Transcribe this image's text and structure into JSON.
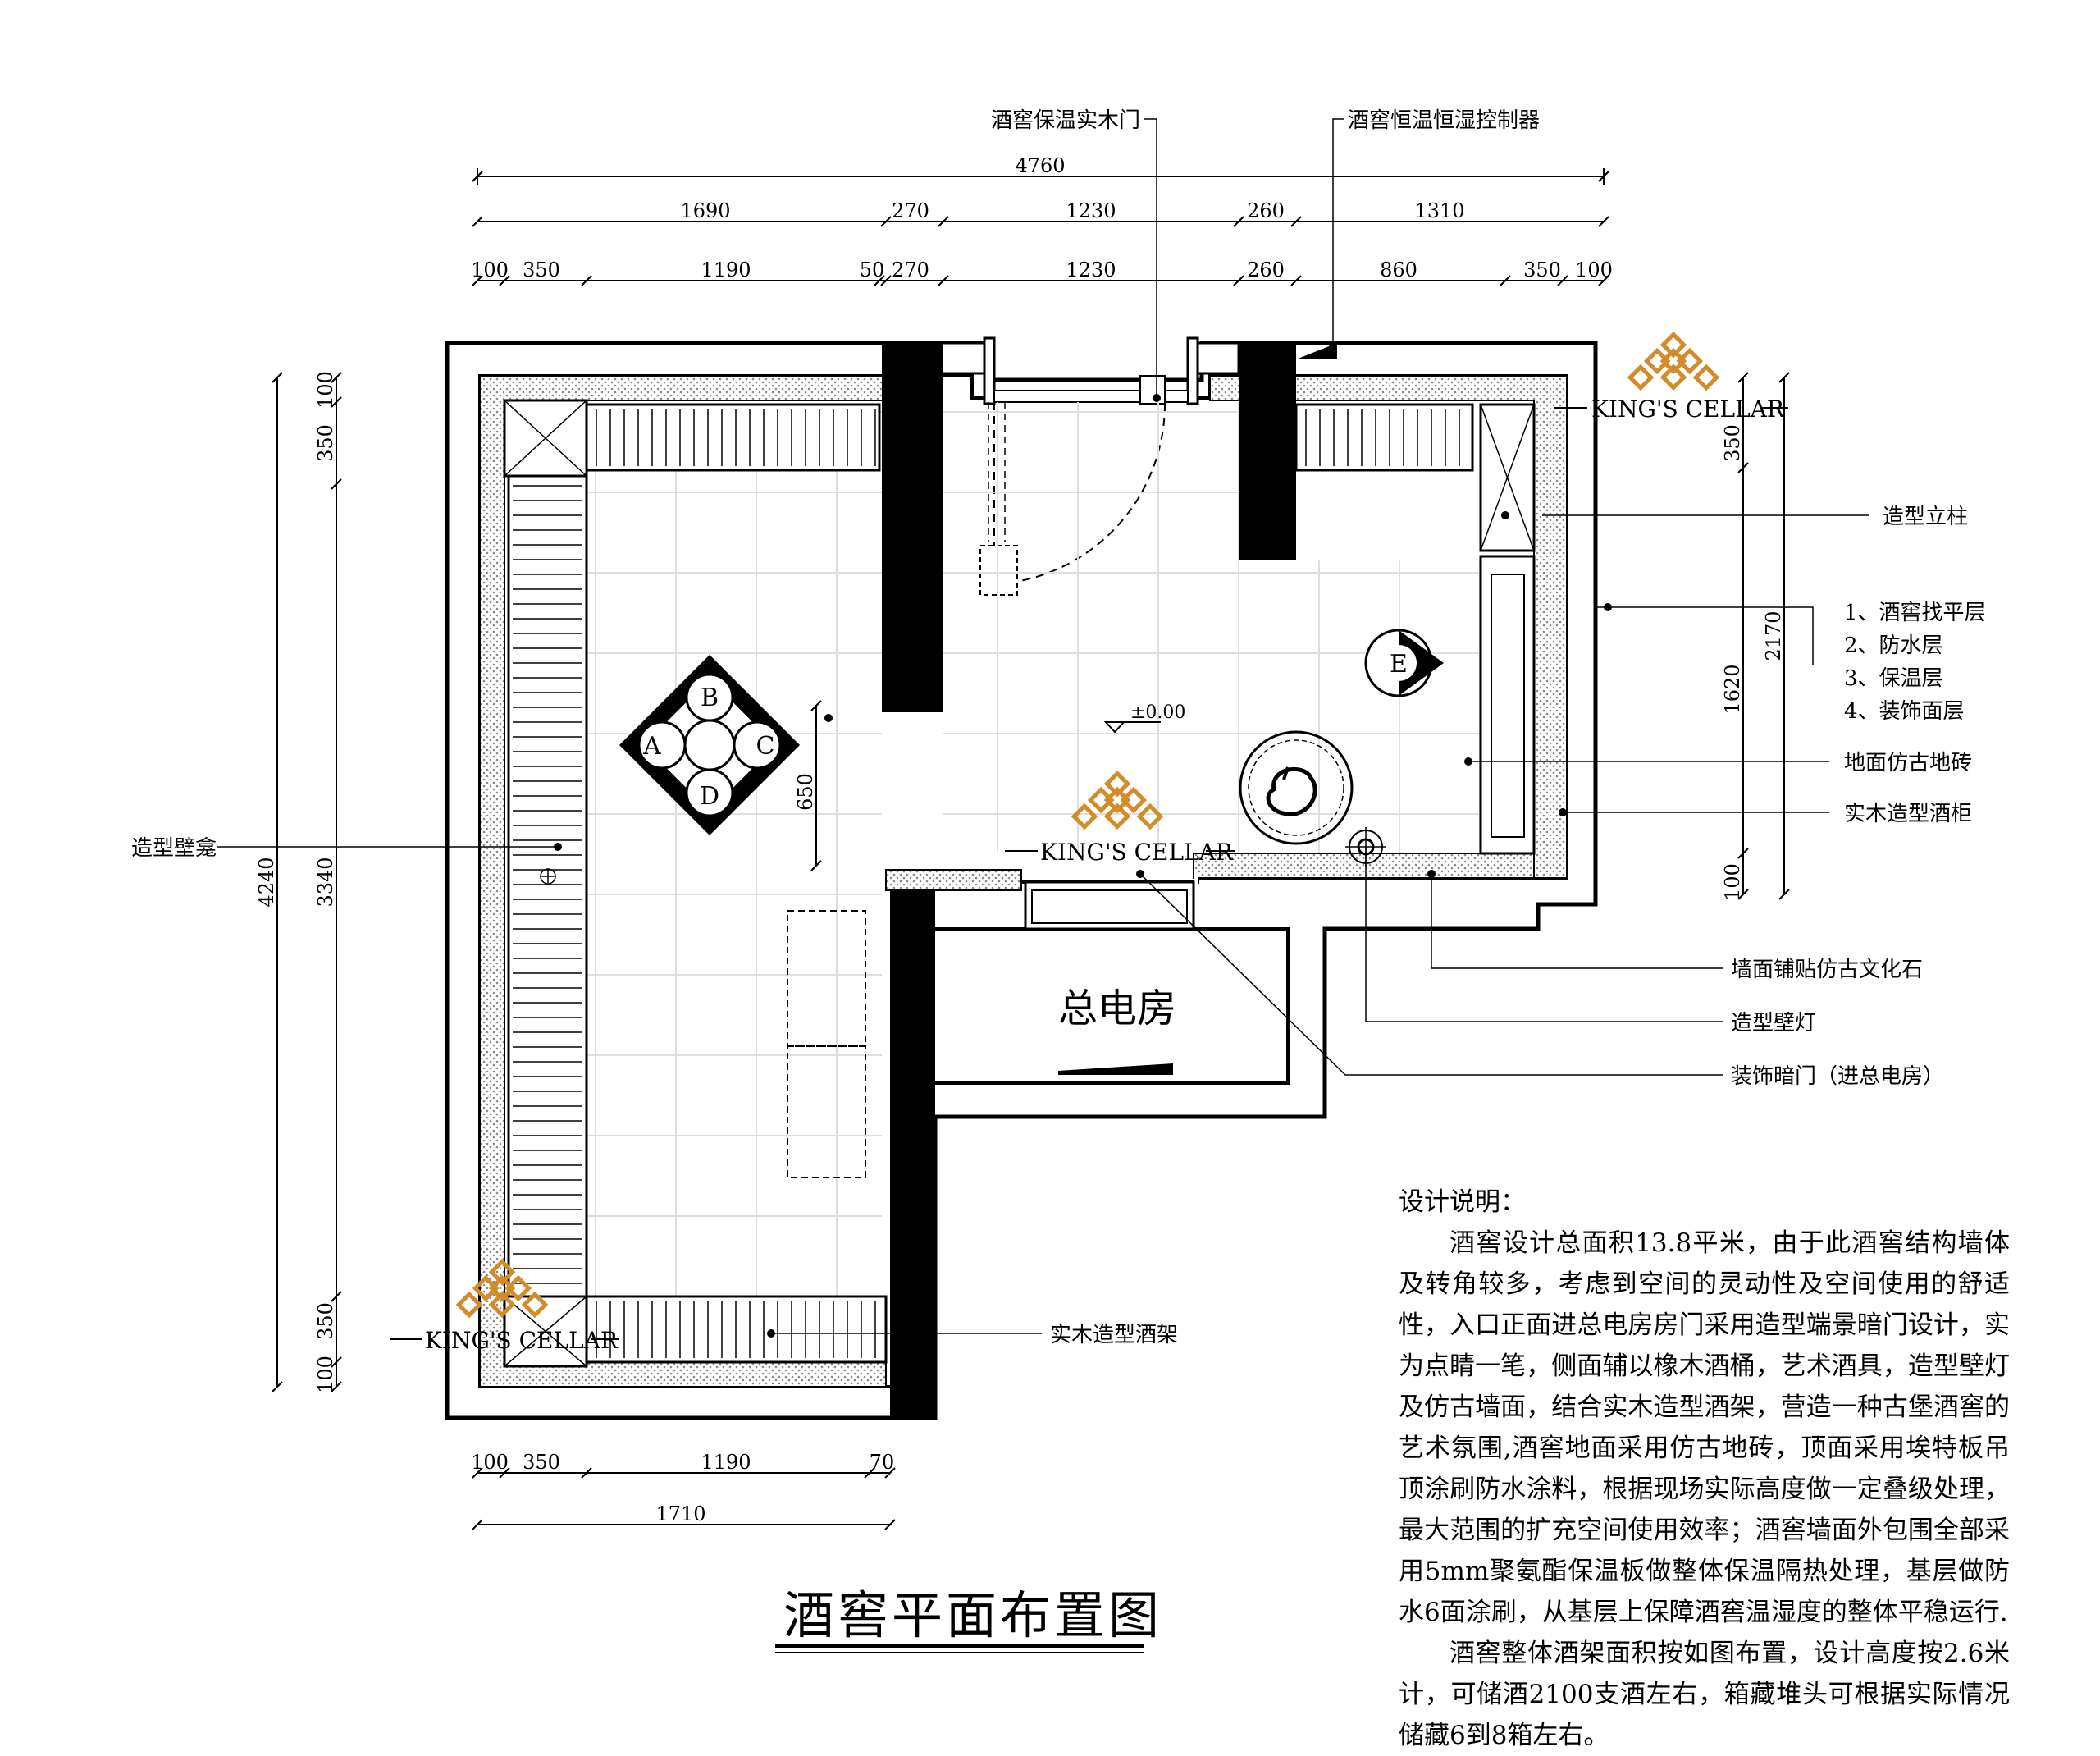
{
  "drawing": {
    "title": "酒窖平面布置图",
    "room_label": "总电房",
    "floor_level": "±0.00",
    "brand": "KING'S CELLAR"
  },
  "dimensions": {
    "top_total": "4760",
    "top_row1": [
      "1690",
      "270",
      "1230",
      "260",
      "1310"
    ],
    "top_row2": [
      "100",
      "350",
      "1190",
      "50",
      "270",
      "1230",
      "260",
      "860",
      "350",
      "100"
    ],
    "left_outer": "4240",
    "left_inner": [
      "100",
      "350",
      "3340",
      "350",
      "100"
    ],
    "right_outer": "2170",
    "right_inner": [
      "350",
      "1620",
      "100"
    ],
    "bottom_row1": [
      "100",
      "350",
      "1190",
      "70"
    ],
    "bottom_total": "1710",
    "table_gap": "650"
  },
  "table_markers": [
    "A",
    "B",
    "C",
    "D"
  ],
  "elevation_marker": "E",
  "callouts": {
    "door": "酒窖保温实木门",
    "controller": "酒窖恒温恒湿控制器",
    "column": "造型立柱",
    "layers": [
      "1、酒窖找平层",
      "2、防水层",
      "3、保温层",
      "4、装饰面层"
    ],
    "floor_tile": "地面仿古地砖",
    "cabinet": "实木造型酒柜",
    "wall_stone": "墙面铺贴仿古文化石",
    "wall_lamp": "造型壁灯",
    "hidden_door": "装饰暗门（进总电房）",
    "niche": "造型壁龛",
    "rack": "实木造型酒架"
  },
  "notes": {
    "heading": "设计说明：",
    "paragraph1": "酒窖设计总面积13.8平米，由于此酒窖结构墙体及转角较多，考虑到空间的灵动性及空间使用的舒适性，入口正面进总电房房门采用造型端景暗门设计，实为点睛一笔，侧面辅以橡木酒桶，艺术酒具，造型壁灯及仿古墙面，结合实木造型酒架，营造一种古堡酒窖的艺术氛围,酒窖地面采用仿古地砖，顶面采用埃特板吊顶涂刷防水涂料，根据现场实际高度做一定叠级处理，最大范围的扩充空间使用效率；酒窖墙面外包围全部采用5mm聚氨酯保温板做整体保温隔热处理，基层做防水6面涂刷，从基层上保障酒窖温湿度的整体平稳运行.",
    "paragraph2": "酒窖整体酒架面积按如图布置，设计高度按2.6米计，可储酒2100支酒左右，箱藏堆头可根据实际情况储藏6到8箱左右。"
  },
  "colors": {
    "line": "#000000",
    "logo": "#d28c2a",
    "logo_dark": "#a8641c"
  }
}
